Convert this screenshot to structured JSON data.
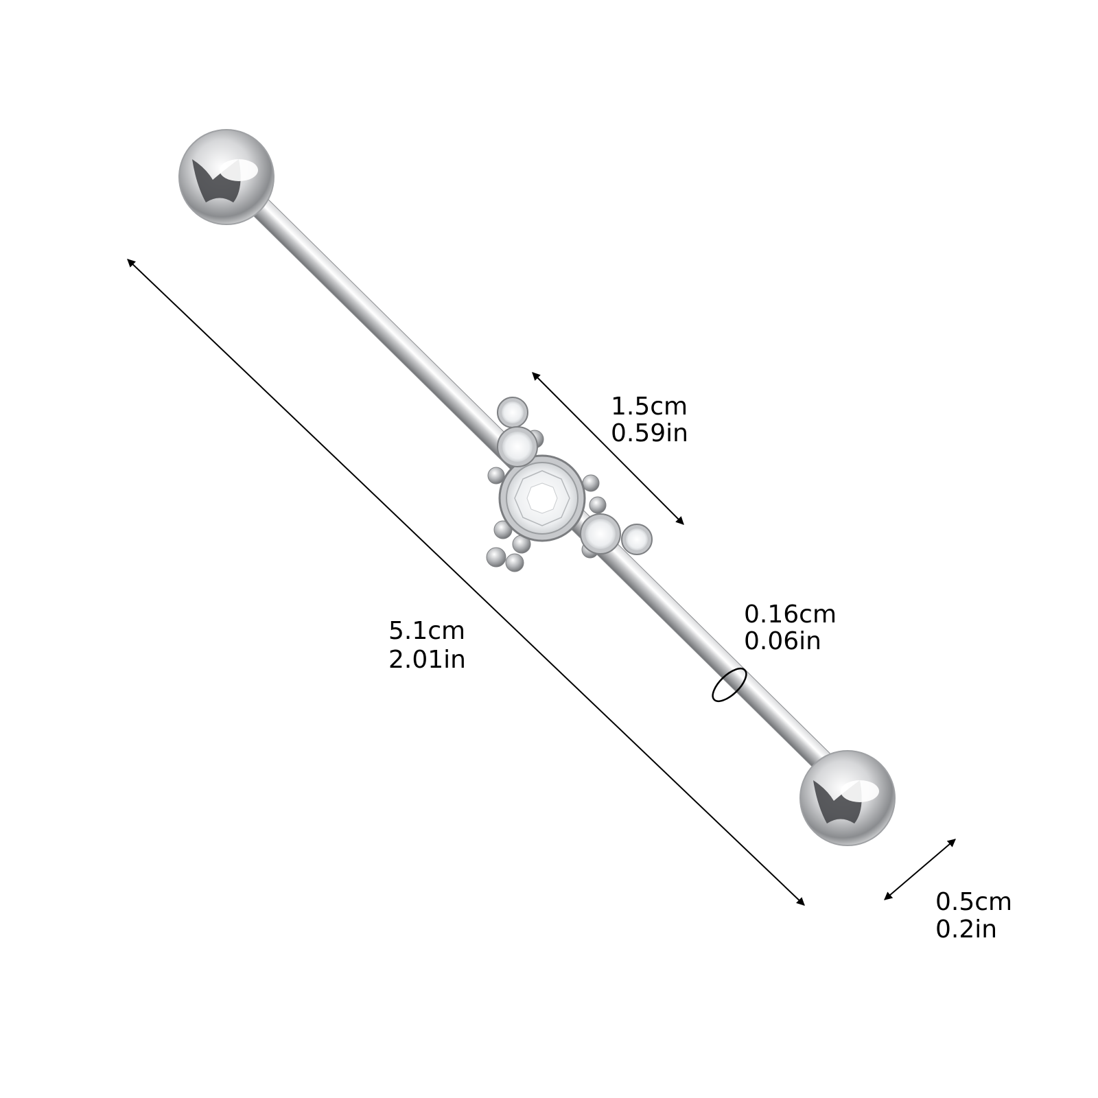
{
  "dimensions": {
    "total_length": {
      "cm": "5.1cm",
      "in": "2.01in"
    },
    "ornament_length": {
      "cm": "1.5cm",
      "in": "0.59in"
    },
    "bar_thickness": {
      "cm": "0.16cm",
      "in": "0.06in"
    },
    "ball_diameter": {
      "cm": "0.5cm",
      "in": "0.2in"
    }
  },
  "colors": {
    "background": "#ffffff",
    "steel_light": "#f2f3f4",
    "steel_mid": "#b7b9bb",
    "steel_dark": "#5c5e61",
    "annotation": "#000000"
  },
  "objects": {
    "product": "industrial barbell with crystal cluster",
    "ends": "steel ball caps"
  }
}
